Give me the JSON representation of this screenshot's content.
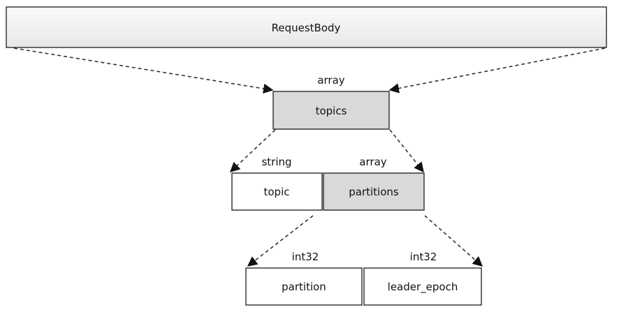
{
  "diagram": {
    "root": {
      "label": "RequestBody"
    },
    "topics": {
      "label": "topics",
      "type": "array"
    },
    "topic": {
      "label": "topic",
      "type": "string"
    },
    "partitions": {
      "label": "partitions",
      "type": "array"
    },
    "partition": {
      "label": "partition",
      "type": "int32"
    },
    "leader_epoch": {
      "label": "leader_epoch",
      "type": "int32"
    }
  },
  "colors": {
    "root_fill": "#f2f2f2",
    "array_fill": "#d9d9d9",
    "scalar_fill": "#ffffff",
    "stroke": "#1a1a1a",
    "connector": "#333333"
  }
}
